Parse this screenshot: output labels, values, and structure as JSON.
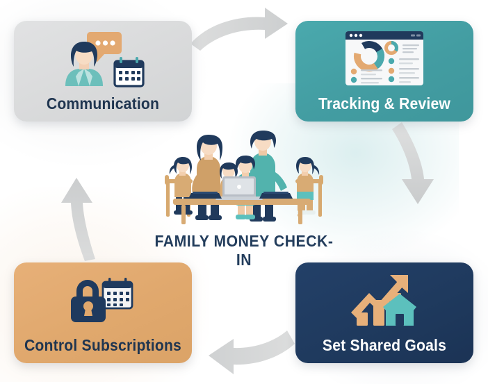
{
  "infographic": {
    "center_caption": "FAMILY MONEY CHECK-IN",
    "center_illustration_name": "family-at-table-with-laptops-illustration",
    "flow_direction": "clockwise",
    "palette": {
      "teal": "#44a0a5",
      "navy": "#1f3a5e",
      "tan": "#e0a86d",
      "gray": "#d9dadb",
      "arrow_gray": "#d2d3d4",
      "text_dark": "#1f3550",
      "text_light": "#ffffff",
      "background": "#ffffff"
    }
  },
  "cards": [
    {
      "id": "communication",
      "label": "Communication",
      "icon": "person-with-speech-bubble-and-calendar-icon",
      "fill": "#d9dadb",
      "text_color": "#1f3550",
      "position": "top-left"
    },
    {
      "id": "tracking",
      "label": "Tracking & Review",
      "icon": "dashboard-window-with-donut-chart-icon",
      "fill": "#44a0a5",
      "text_color": "#ffffff",
      "position": "top-right"
    },
    {
      "id": "goals",
      "label": "Set Shared Goals",
      "icon": "growth-arrow-bar-chart-and-house-icon",
      "fill": "#1f3a5e",
      "text_color": "#ffffff",
      "position": "bottom-right"
    },
    {
      "id": "subscriptions",
      "label": "Control Subscriptions",
      "icon": "padlock-with-calendar-icon",
      "fill": "#e0a86d",
      "text_color": "#1f3550",
      "position": "bottom-left"
    }
  ],
  "arrows": [
    {
      "id": "top",
      "from": "communication",
      "to": "tracking",
      "direction": "right",
      "color": "#d2d3d4"
    },
    {
      "id": "right",
      "from": "tracking",
      "to": "goals",
      "direction": "down",
      "color": "#d2d3d4"
    },
    {
      "id": "bottom",
      "from": "goals",
      "to": "subscriptions",
      "direction": "left",
      "color": "#d2d3d4"
    },
    {
      "id": "left",
      "from": "subscriptions",
      "to": "communication",
      "direction": "up",
      "color": "#d2d3d4"
    }
  ]
}
